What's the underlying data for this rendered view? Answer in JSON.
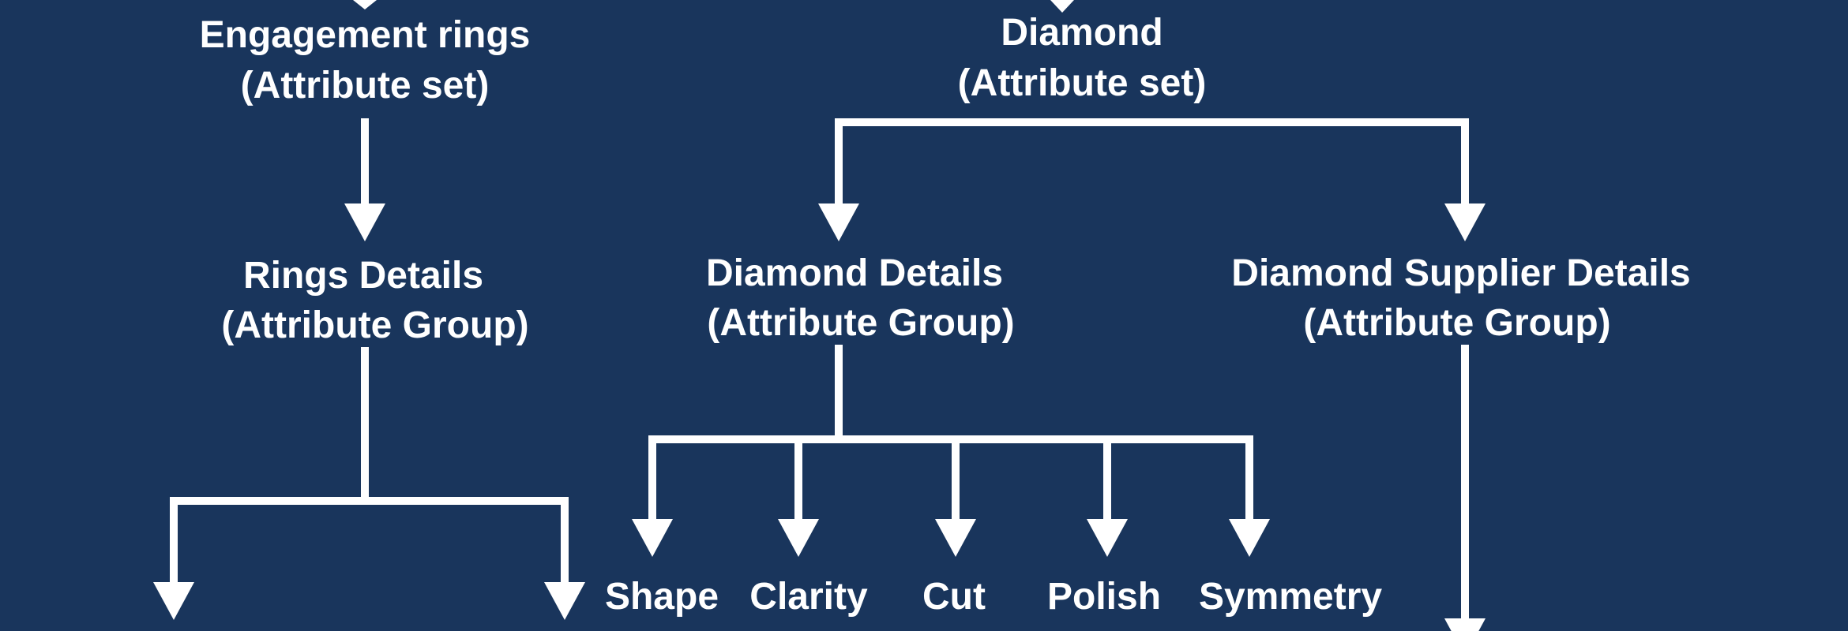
{
  "nodes": {
    "engagement_rings": {
      "line1": "Engagement rings",
      "line2": "(Attribute set)"
    },
    "diamond": {
      "line1": "Diamond",
      "line2": "(Attribute set)"
    },
    "rings_details": {
      "line1": "Rings Details",
      "line2": "(Attribute Group)"
    },
    "diamond_details": {
      "line1": "Diamond Details",
      "line2": "(Attribute Group)"
    },
    "diamond_supplier_details": {
      "line1": "Diamond Supplier Details",
      "line2": "(Attribute Group)"
    }
  },
  "attributes": [
    "Shape",
    "Clarity",
    "Cut",
    "Polish",
    "Symmetry"
  ]
}
